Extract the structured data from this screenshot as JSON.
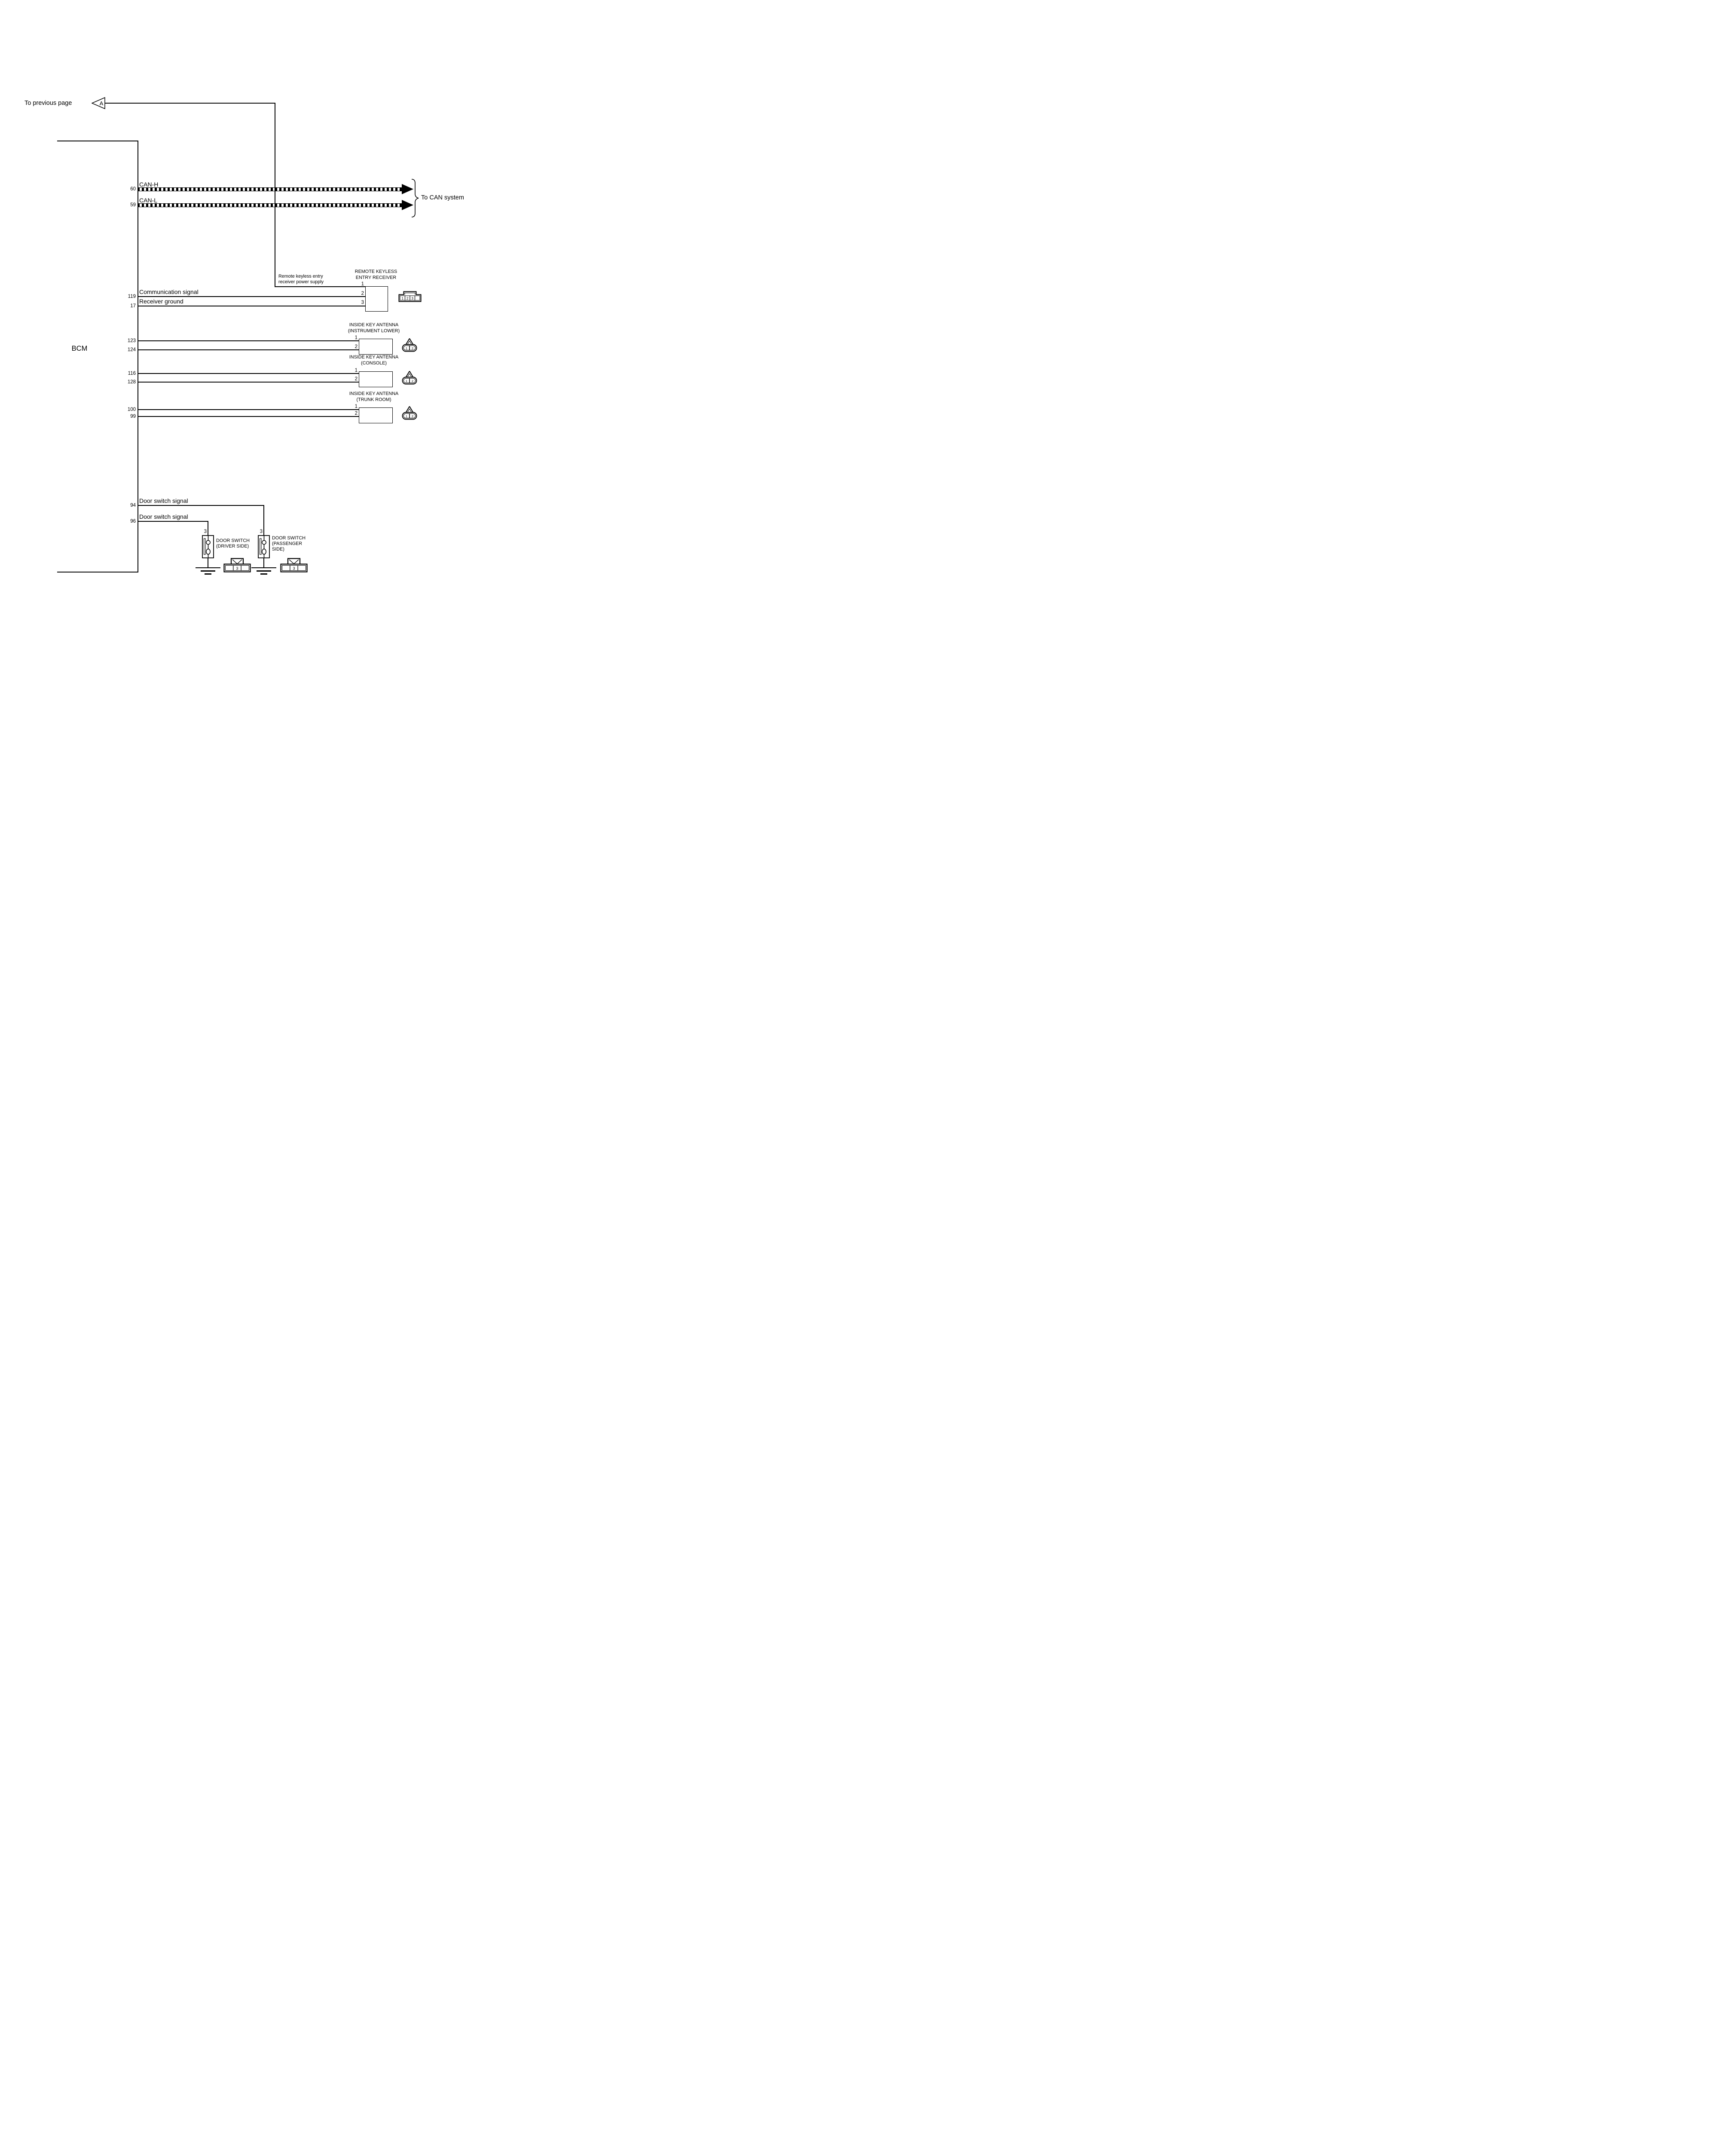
{
  "header": {
    "prev_page_label": "To previous page",
    "prev_page_marker": "A",
    "can_system_label": "To CAN system"
  },
  "bcm": {
    "label": "BCM"
  },
  "pins": {
    "can_h": "60",
    "can_l": "59",
    "comm": "119",
    "rgnd": "17",
    "ant1_1": "123",
    "ant1_2": "124",
    "ant2_1": "116",
    "ant2_2": "128",
    "ant3_1": "100",
    "ant3_2": "99",
    "door1": "94",
    "door2": "96"
  },
  "wire_labels": {
    "can_h": "CAN-H",
    "can_l": "CAN-L",
    "comm": "Communication signal",
    "rgnd": "Receiver ground",
    "door1": "Door switch signal",
    "door2": "Door switch signal"
  },
  "receiver": {
    "title1": "REMOTE KEYLESS",
    "title2": "ENTRY RECEIVER",
    "power1": "Remote keyless entry",
    "power2": "receiver power supply",
    "pin1": "1",
    "pin2": "2",
    "pin3": "3",
    "conn1": "1",
    "conn2": "2",
    "conn3": "3"
  },
  "antennas": [
    {
      "title1": "INSIDE KEY ANTENNA",
      "title2": "(INSTRUMENT LOWER)",
      "pin1": "1",
      "pin2": "2",
      "conn1": "1",
      "conn2": "2"
    },
    {
      "title1": "INSIDE KEY ANTENNA",
      "title2": "(CONSOLE)",
      "pin1": "1",
      "pin2": "2",
      "conn1": "1",
      "conn2": "2"
    },
    {
      "title1": "INSIDE KEY ANTENNA",
      "title2": "(TRUNK ROOM)",
      "pin1": "1",
      "pin2": "2",
      "conn1": "1",
      "conn2": "2"
    }
  ],
  "door_switches": [
    {
      "pin": "3",
      "name1": "DOOR SWITCH",
      "name2": "(DRIVER SIDE)",
      "name3": "",
      "conn": "3"
    },
    {
      "pin": "3",
      "name1": "DOOR SWITCH",
      "name2": "(PASSENGER",
      "name3": "SIDE)",
      "conn": "3"
    }
  ]
}
